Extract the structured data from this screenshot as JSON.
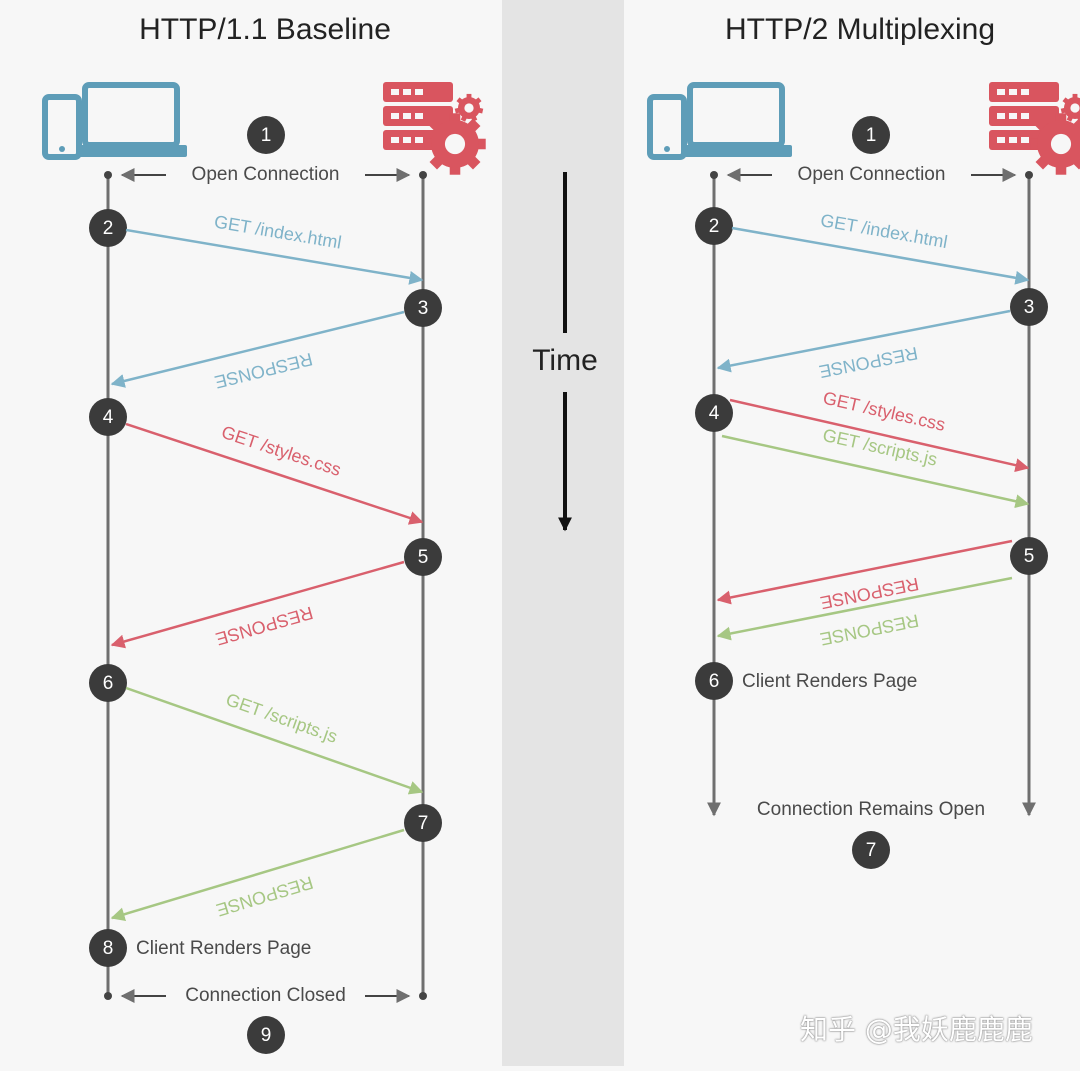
{
  "colors": {
    "background": "#f7f7f7",
    "divider": "#e4e4e4",
    "timeline": "#6f6f6f",
    "client_icon": "#5e9db8",
    "server_icon": "#d9555f",
    "blue": "#7fb3c9",
    "red": "#d9606d",
    "green": "#a6c783",
    "step_badge": "#3b3b3b",
    "text_dark": "#4a4a4a"
  },
  "left": {
    "title": "HTTP/1.1 Baseline",
    "client_icon": "devices-icon",
    "server_icon": "server-gear-icon",
    "open_label": "Open Connection",
    "steps": [
      "1",
      "2",
      "3",
      "4",
      "5",
      "6",
      "7",
      "8",
      "9"
    ],
    "messages": [
      {
        "label": "GET /index.html",
        "color": "blue"
      },
      {
        "label": "RESPONSE",
        "color": "blue"
      },
      {
        "label": "GET /styles.css",
        "color": "red"
      },
      {
        "label": "RESPONSE",
        "color": "red"
      },
      {
        "label": "GET /scripts.js",
        "color": "green"
      },
      {
        "label": "RESPONSE",
        "color": "green"
      }
    ],
    "render_label": "Client Renders Page",
    "close_label": "Connection Closed"
  },
  "center": {
    "time_label": "Time"
  },
  "right": {
    "title": "HTTP/2 Multiplexing",
    "client_icon": "devices-icon",
    "server_icon": "server-gear-icon",
    "open_label": "Open Connection",
    "steps": [
      "1",
      "2",
      "3",
      "4",
      "5",
      "6",
      "7"
    ],
    "messages": [
      {
        "label": "GET /index.html",
        "color": "blue"
      },
      {
        "label": "RESPONSE",
        "color": "blue"
      },
      {
        "label": "GET /styles.css",
        "color": "red"
      },
      {
        "label": "GET /scripts.js",
        "color": "green"
      },
      {
        "label": "RESPONSE",
        "color": "red"
      },
      {
        "label": "RESPONSE",
        "color": "green"
      }
    ],
    "render_label": "Client Renders Page",
    "open_end_label": "Connection Remains Open"
  },
  "watermark": "知乎 @我妖鹿鹿鹿"
}
